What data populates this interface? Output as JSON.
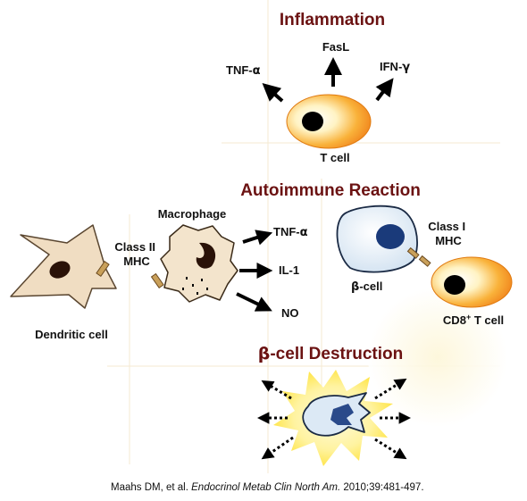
{
  "sections": {
    "inflammation": {
      "title": "Inflammation",
      "cell_label": "T cell",
      "outputs": [
        {
          "main": "TNF-",
          "greek": "α"
        },
        {
          "main": "FasL",
          "greek": ""
        },
        {
          "main": "IFN-",
          "greek": "γ"
        }
      ]
    },
    "autoimmune": {
      "title": "Autoimmune Reaction",
      "dendritic_label": "Dendritic cell",
      "class2_label": [
        "Class II",
        "MHC"
      ],
      "macrophage_label": "Macrophage",
      "macrophage_outputs": [
        {
          "main": "TNF-",
          "greek": "α"
        },
        {
          "main": "IL-1",
          "greek": ""
        },
        {
          "main": "NO",
          "greek": ""
        }
      ],
      "class1_label": [
        "Class I",
        "MHC"
      ],
      "beta_label": {
        "greek": "β",
        "main": "-cell"
      },
      "cd8_label": {
        "main": "CD8",
        "sup": "+",
        "rest": " T cell"
      }
    },
    "destruction": {
      "title": {
        "greek": "β",
        "main": "-cell Destruction"
      }
    }
  },
  "citation": {
    "authors": "Maahs DM, et al. ",
    "journal": "Endocrinol Metab Clin North Am.",
    "details": " 2010;39:481-497."
  },
  "colors": {
    "heading": "#6b1212",
    "cell_orange": "#f08a1c",
    "cell_yellow": "#fff3c4",
    "nucleus": "#000000",
    "beta_cell_fill": "#dce9f5",
    "beta_nucleus": "#1a3a7a",
    "dendritic_fill": "#f0ddc2",
    "burst": "#ffe93a"
  }
}
